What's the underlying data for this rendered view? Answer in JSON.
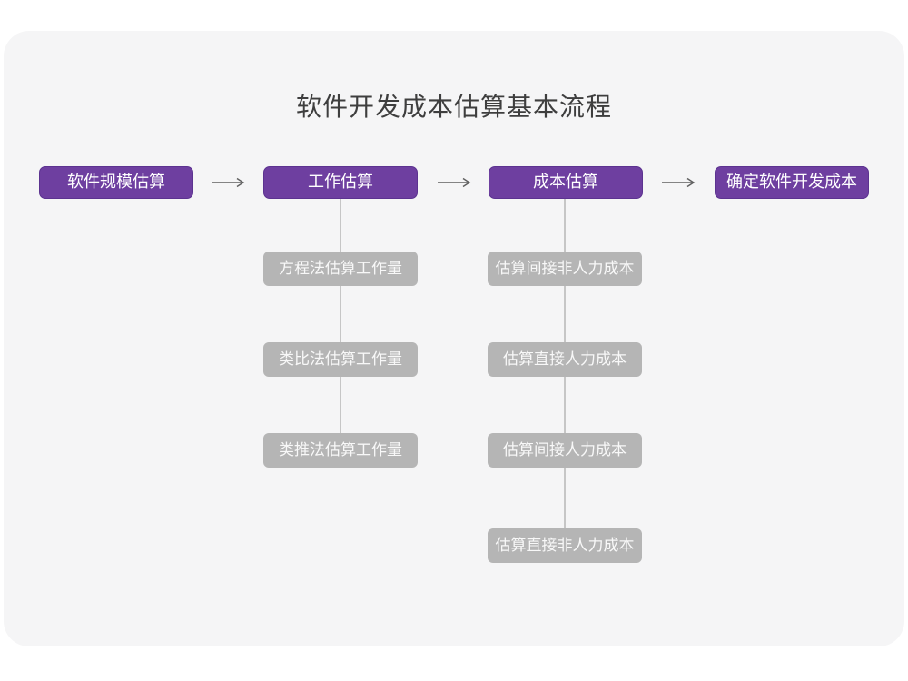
{
  "title": "软件开发成本估算基本流程",
  "colors": {
    "primary": "#6E3FA0",
    "primary_border": "#5C3390",
    "sub_box": "#B5B5B5",
    "sub_text": "#F8F8F8",
    "card_bg": "#F5F5F6",
    "connector": "#C6C6C6",
    "arrow": "#5F5F5F",
    "title_text": "#3E3E3E"
  },
  "flow": {
    "steps": [
      {
        "label": "软件规模估算"
      },
      {
        "label": "工作估算"
      },
      {
        "label": "成本估算"
      },
      {
        "label": "确定软件开发成本"
      }
    ]
  },
  "work_estimation_methods": {
    "parent": "工作估算",
    "items": [
      {
        "label": "方程法估算工作量"
      },
      {
        "label": "类比法估算工作量"
      },
      {
        "label": "类推法估算工作量"
      }
    ]
  },
  "cost_estimation_items": {
    "parent": "成本估算",
    "items": [
      {
        "label": "估算间接非人力成本"
      },
      {
        "label": "估算直接人力成本"
      },
      {
        "label": "估算间接人力成本"
      },
      {
        "label": "估算直接非人力成本"
      }
    ]
  },
  "icons": {
    "arrow_right": "arrow-right-icon"
  }
}
